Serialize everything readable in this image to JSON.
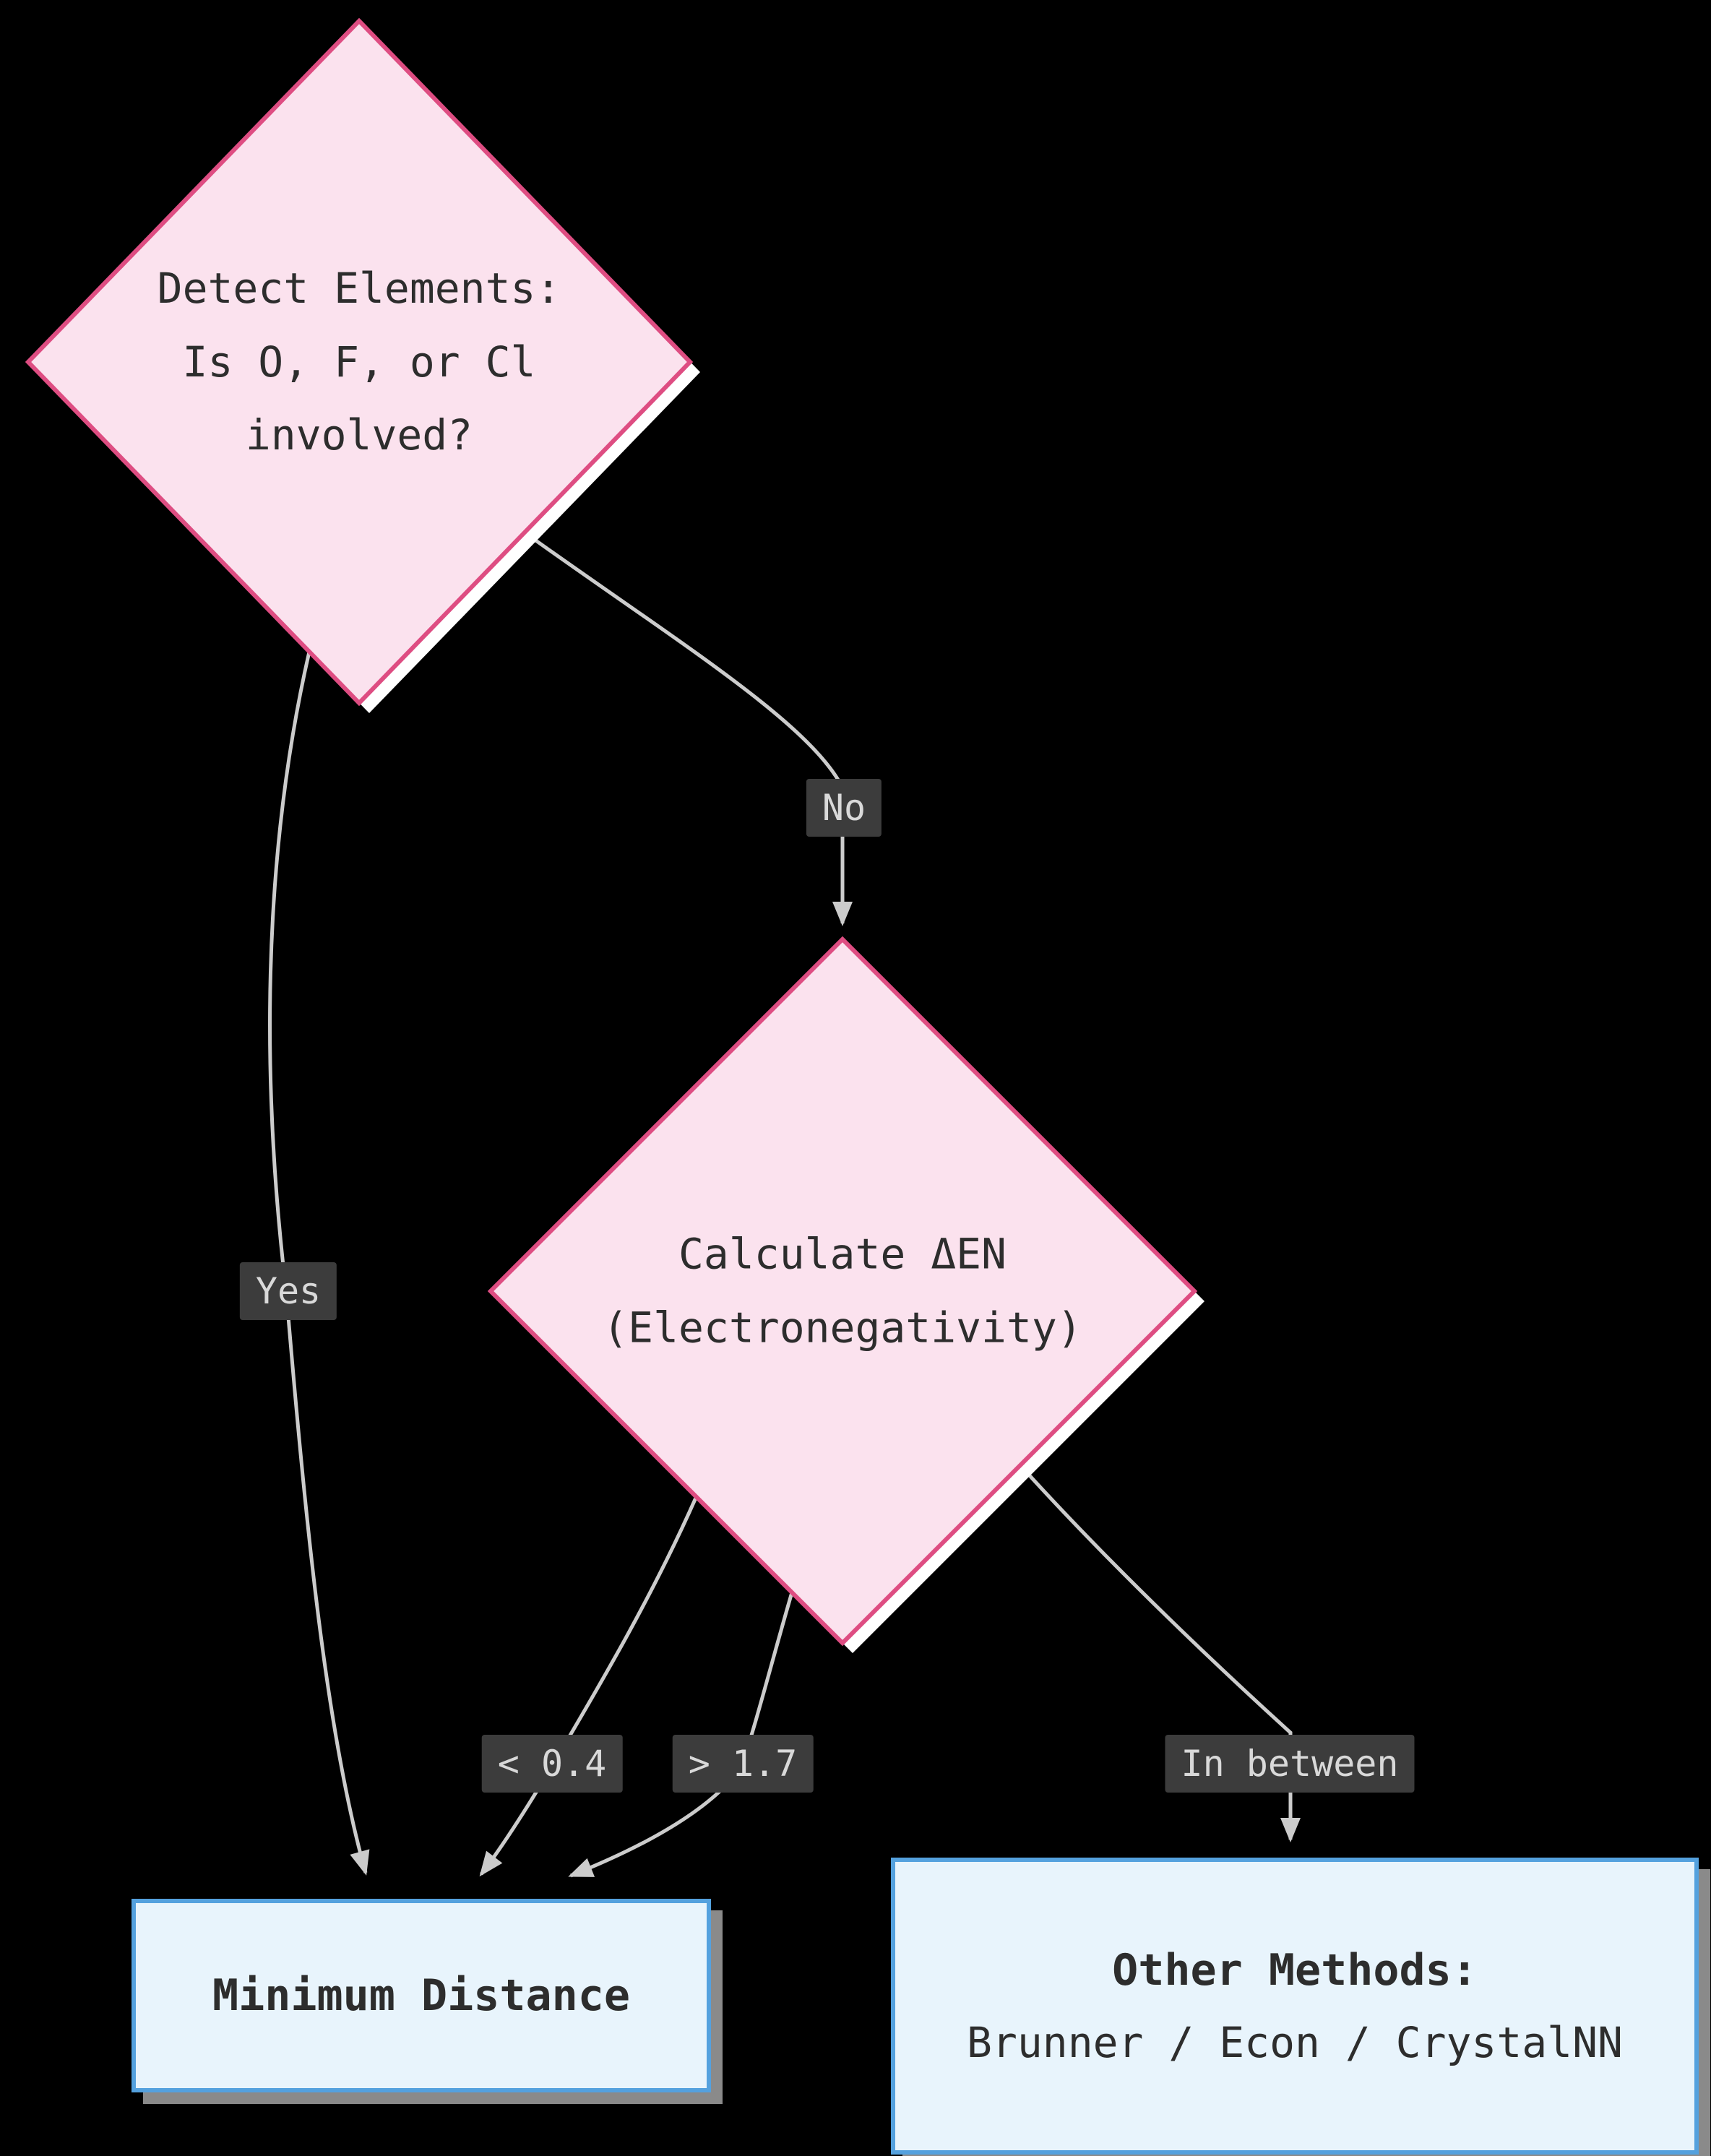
{
  "colors": {
    "background": "#000000",
    "diamond-fill": "#fbe2ee",
    "diamond-stroke": "#de4d82",
    "diamond-shadow": "#ffffff",
    "edge": "#cccccc",
    "edge-label-bg": "#3c3c3c",
    "edge-label-text": "#d9d9d9",
    "box-fill": "#e8f4fc",
    "box-border": "#54a1de",
    "box-shadow-color": "#8a8a8a",
    "node-text": "#2d2d2d"
  },
  "nodes": {
    "detect": {
      "lines": [
        "Detect Elements:",
        "Is O, F, or Cl",
        "involved?"
      ]
    },
    "calc": {
      "lines": [
        "Calculate ΔEN",
        "(Electronegativity)"
      ]
    },
    "min_distance": {
      "title": "Minimum Distance"
    },
    "other_methods": {
      "title": "Other Methods:",
      "subtitle": "Brunner / Econ / CrystalNN"
    }
  },
  "edges": {
    "yes": "Yes",
    "no": "No",
    "lt": "< 0.4",
    "gt": "> 1.7",
    "between": "In between"
  }
}
